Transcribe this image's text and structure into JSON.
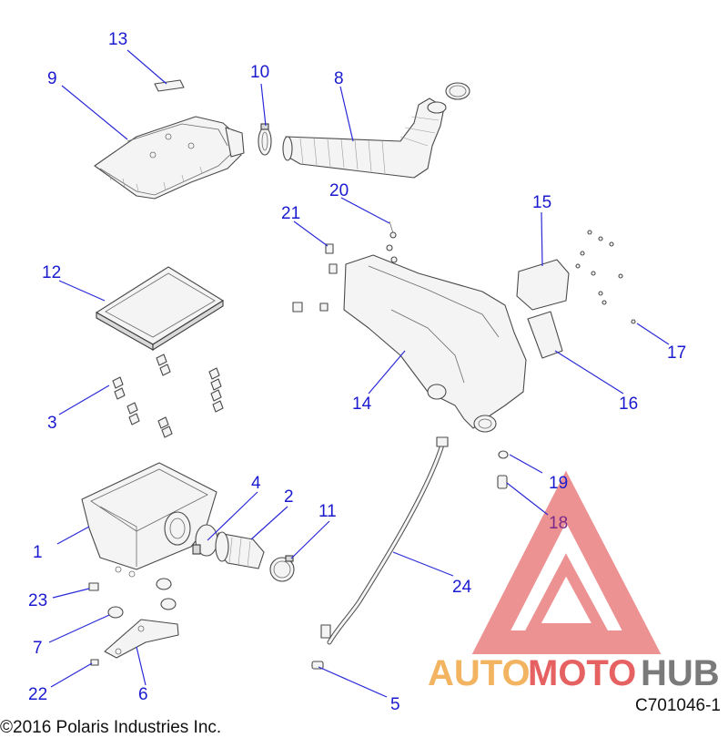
{
  "callouts": {
    "c1": "1",
    "c2": "2",
    "c3": "3",
    "c4": "4",
    "c5": "5",
    "c6": "6",
    "c7": "7",
    "c8": "8",
    "c9": "9",
    "c10": "10",
    "c11": "11",
    "c12": "12",
    "c13": "13",
    "c14": "14",
    "c15": "15",
    "c16": "16",
    "c17": "17",
    "c18": "18",
    "c19": "19",
    "c20": "20",
    "c21": "21",
    "c22": "22",
    "c23": "23",
    "c24": "24"
  },
  "reference_code": "C701046-1",
  "copyright": "©2016 Polaris Industries Inc.",
  "watermark": {
    "part1": "AUTO",
    "part2": "MOTO",
    "part3": "HUB",
    "color_red": "#e03a3a",
    "color_orange": "#f0a23a",
    "color_gray": "#5a5a5a"
  },
  "colors": {
    "callout": "#1a1ad0",
    "leader": "#2a2ad8"
  }
}
